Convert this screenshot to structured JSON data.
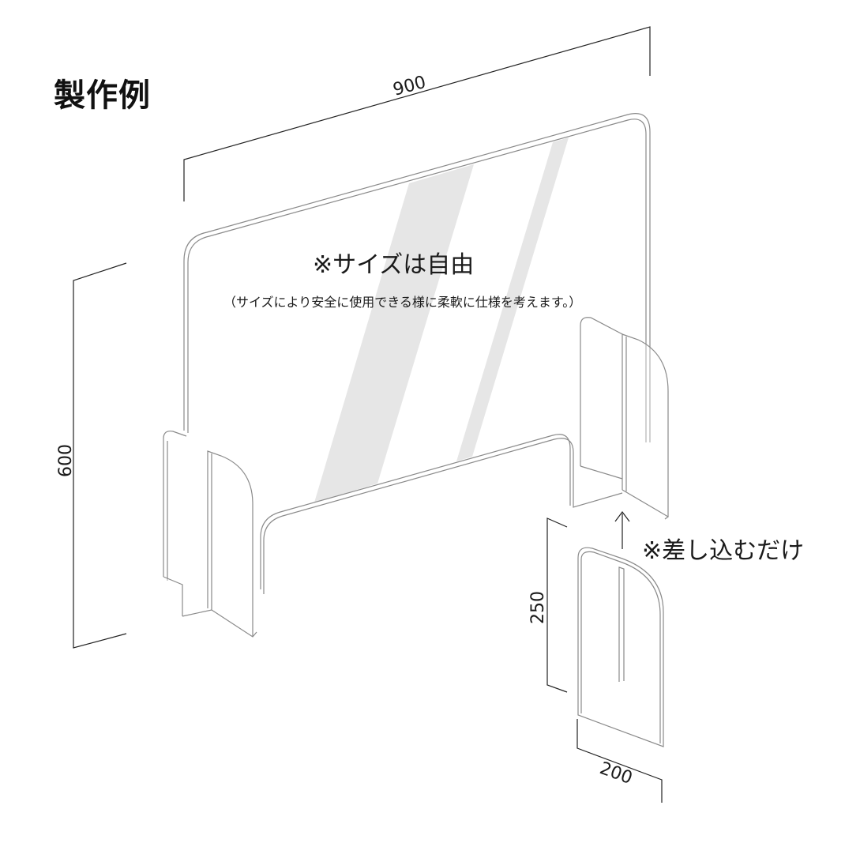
{
  "title": "製作例",
  "dimensions": {
    "width": "900",
    "height": "600",
    "foot_height": "250",
    "foot_width": "200"
  },
  "notes": {
    "size_free": "※サイズは自由",
    "size_detail": "（サイズにより安全に使用できる様に柔軟に仕様を考えます。）",
    "insert_only": "※差し込むだけ",
    "arrow": "↑"
  }
}
